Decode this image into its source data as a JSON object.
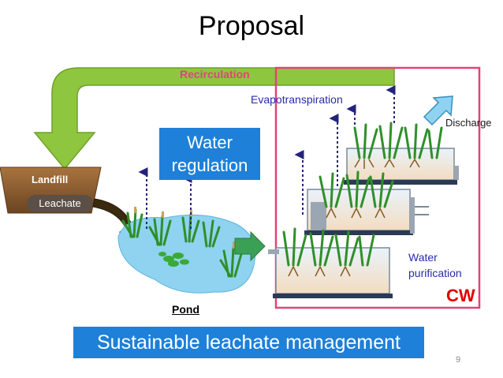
{
  "slide": {
    "title": "Proposal",
    "page_number": "9"
  },
  "labels": {
    "recirculation": "Recirculation",
    "evapotranspiration": "Evapotranspiration",
    "discharge": "Discharge",
    "water_regulation": "Water regulation",
    "landfill": "Landfill",
    "leachate": "Leachate",
    "water_purification": "Water purification",
    "cw": "CW",
    "pond": "Pond",
    "banner": "Sustainable leachate management"
  },
  "colors": {
    "recirculation_arrow": "#8ec63f",
    "highlight_box": "#e0447a",
    "label_blue": "#1e80d8",
    "pond_water": "#8fd3f0",
    "landfill_soil": "#8b5a2b",
    "cw_red": "#e00000"
  },
  "icons": [
    "recirculation-arrow-icon",
    "leachate-flow-arrow-icon",
    "pond-outflow-arrow-icon",
    "discharge-arrow-icon",
    "evaporation-arrow-icon",
    "reed-plant-icon"
  ]
}
